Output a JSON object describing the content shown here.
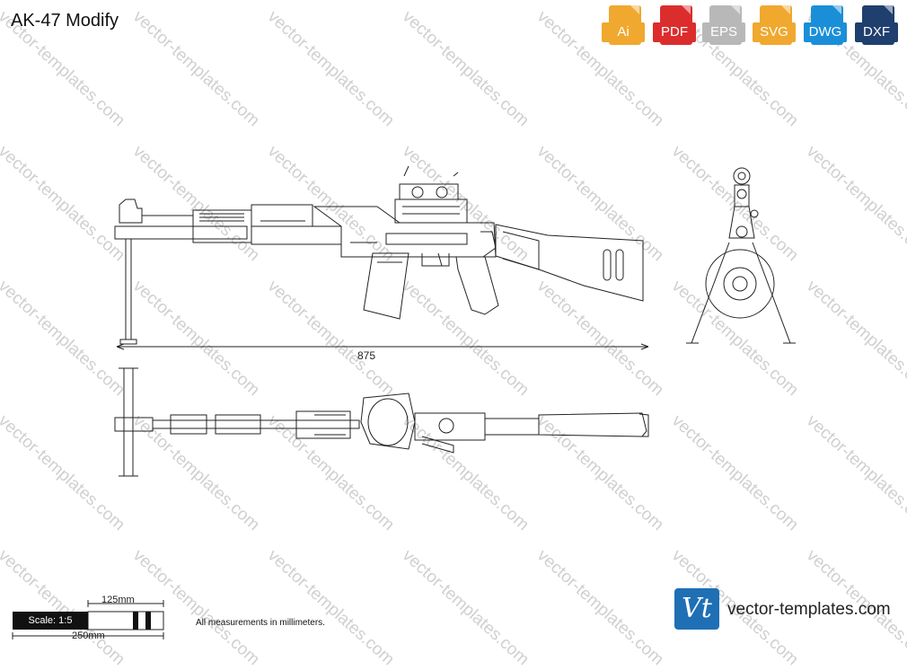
{
  "title": "AK-47 Modify",
  "formats": [
    {
      "label": "Ai",
      "color": "#f0a82f",
      "icon": "ai-file-icon"
    },
    {
      "label": "PDF",
      "color": "#dc2d2d",
      "icon": "pdf-file-icon"
    },
    {
      "label": "EPS",
      "color": "#b8b8b8",
      "icon": "eps-file-icon"
    },
    {
      "label": "SVG",
      "color": "#f0a82f",
      "icon": "svg-file-icon"
    },
    {
      "label": "DWG",
      "color": "#1a8fd8",
      "icon": "dwg-file-icon"
    },
    {
      "label": "DXF",
      "color": "#1f3f6e",
      "icon": "dxf-file-icon"
    }
  ],
  "dimension": "875",
  "scale": {
    "top_label": "125mm",
    "bottom_label": "250mm",
    "label": "Scale: 1:5"
  },
  "note": "All measurements in millimeters.",
  "logo": {
    "mark": "Vt",
    "color": "#1f6fb5"
  },
  "site": "vector-templates.com",
  "watermark": "vector-templates.com"
}
